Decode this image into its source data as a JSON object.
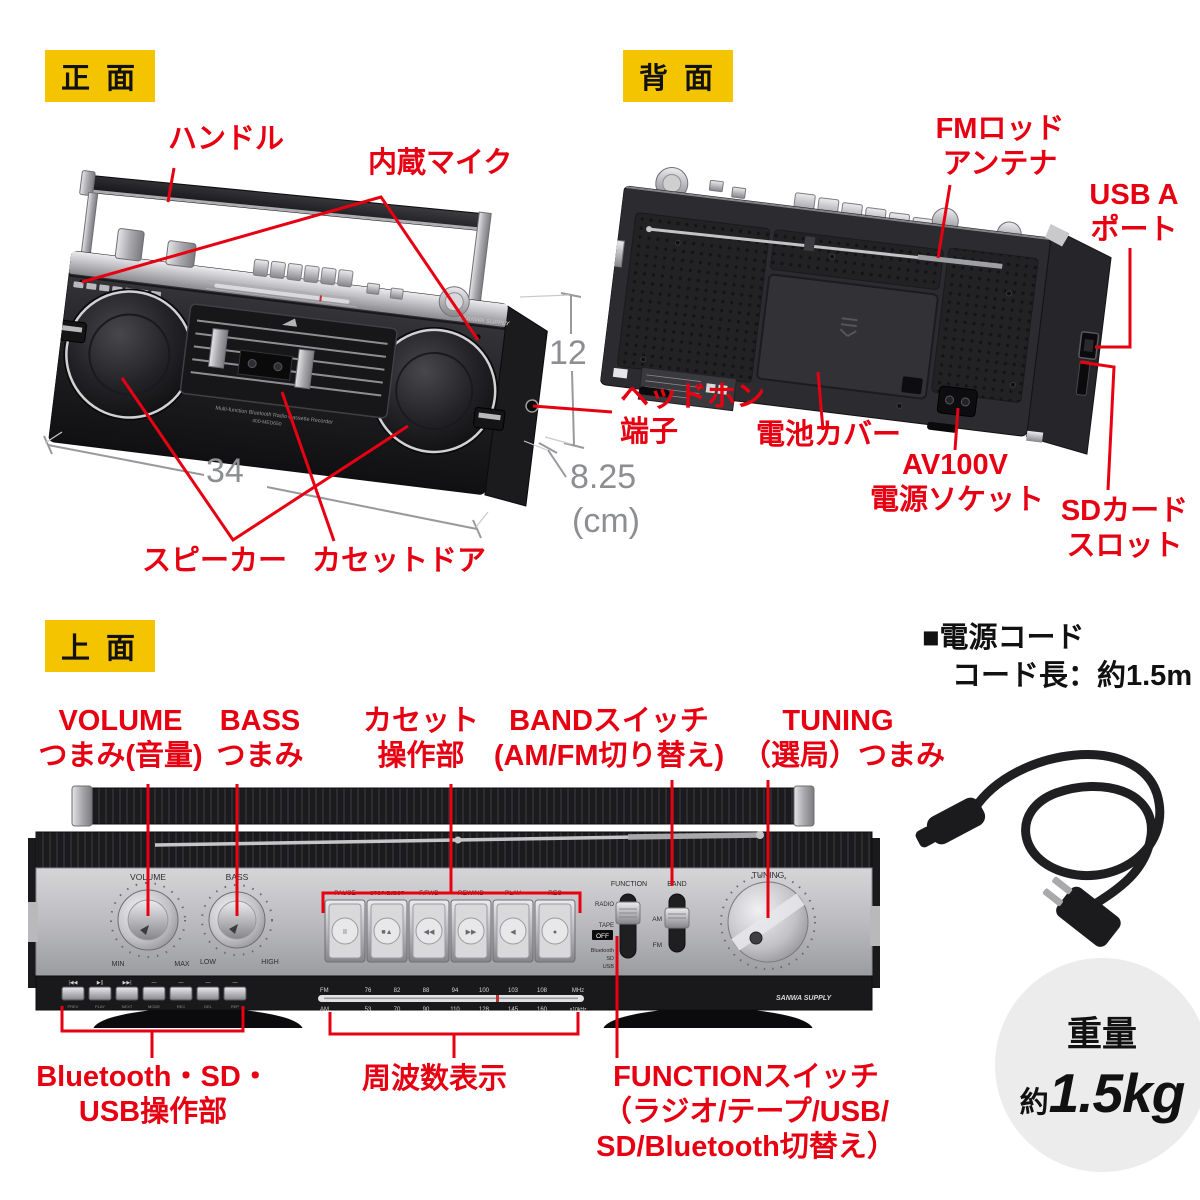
{
  "colors": {
    "accent_red": "#e60012",
    "badge_yellow": "#f4c400",
    "dim_gray": "#8c8e91",
    "weight_circle_gray": "#ececec"
  },
  "front": {
    "badge": "正 面",
    "labels": {
      "handle": "ハンドル",
      "mic": "内蔵マイク",
      "speaker": "スピーカー",
      "cassette_door": "カセットドア",
      "headphone_1": "ヘッドホン",
      "headphone_2": "端子"
    },
    "dimensions": {
      "width": "34",
      "height": "12",
      "depth": "8.25",
      "unit": "(cm)"
    },
    "device": {
      "brand": "SANWA SUPPLY",
      "model1": "Multi-function Bluetooth Radio Cassette Recorder",
      "model2": "400-MED650"
    }
  },
  "back": {
    "badge": "背 面",
    "labels": {
      "antenna_1": "FMロッド",
      "antenna_2": "アンテナ",
      "usb_1": "USB A",
      "usb_2": "ポート",
      "battery": "電池カバー",
      "power_1": "AV100V",
      "power_2": "電源ソケット",
      "sd_1": "SDカード",
      "sd_2": "スロット"
    }
  },
  "top": {
    "badge": "上 面",
    "labels": {
      "volume_1": "VOLUME",
      "volume_2": "つまみ(音量)",
      "bass_1": "BASS",
      "bass_2": "つまみ",
      "cassette_1": "カセット",
      "cassette_2": "操作部",
      "band_1": "BANDスイッチ",
      "band_2": "(AM/FM切り替え)",
      "tuning_1": "TUNING",
      "tuning_2": "（選局）つまみ",
      "bt_1": "Bluetooth・SD・",
      "bt_2": "USB操作部",
      "freq": "周波数表示",
      "function_1": "FUNCTIONスイッチ",
      "function_2": "（ラジオ/テープ/USB/",
      "function_3": "SD/Bluetooth切替え）"
    },
    "device": {
      "volume_title": "VOLUME",
      "volume_min": "MIN",
      "volume_max": "MAX",
      "bass_title": "BASS",
      "bass_low": "LOW",
      "bass_high": "HIGH",
      "cassette_keys": [
        "PAUSE",
        "STOP/EJECT",
        "F.FWD",
        "REWIND",
        "PLAY",
        "REC"
      ],
      "cassette_glyphs": [
        "II",
        "■▲",
        "◀◀",
        "▶▶",
        "◀",
        "●"
      ],
      "function_title": "FUNCTION",
      "function_radio": "RADIO",
      "function_tape": "TAPE",
      "function_off": "OFF",
      "function_bt": "Bluetooth",
      "function_sd": "SD",
      "function_usb": "USB",
      "band_title": "BAND",
      "band_am": "AM",
      "band_fm": "FM",
      "tuning_title": "TUNING",
      "fm_row": [
        "FM",
        "76",
        "82",
        "88",
        "94",
        "100",
        "103",
        "108",
        "MHz"
      ],
      "am_row": [
        "AM",
        "53",
        "70",
        "90",
        "110",
        "128",
        "145",
        "160",
        "×10kHz"
      ],
      "mini_icons": [
        "|◀◀",
        "▶||",
        "▶▶|",
        "—",
        "—",
        "—",
        "—"
      ],
      "mini_labels": [
        "PREV",
        "PLAY",
        "NEXT",
        "MODE",
        "REC",
        "DEL",
        "REP"
      ],
      "brand": "SANWA SUPPLY"
    }
  },
  "cord": {
    "title": "■電源コード",
    "length": "コード長：約1.5m"
  },
  "weight": {
    "label": "重量",
    "prefix": "約",
    "value": "1.5kg"
  }
}
